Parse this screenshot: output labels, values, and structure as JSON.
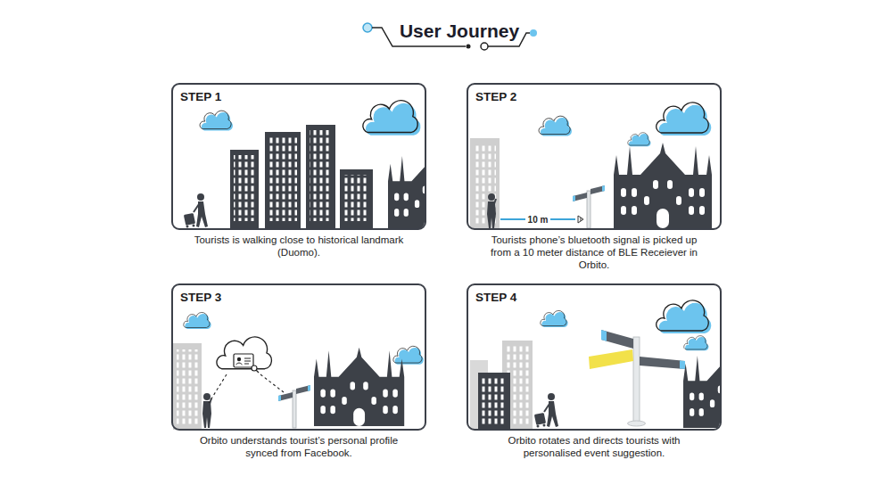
{
  "diagram": {
    "title": "User Journey",
    "nodes": [
      {
        "text": [
          "STEP 1",
          "Tourists is walking close to historical landmark (Duomo)."
        ]
      },
      {
        "text": [
          "STEP 2",
          "Tourists phone’s bluetooth signal is picked up from a 10 meter distance of BLE Receiever in Orbito."
        ]
      },
      {
        "text": [
          "STEP 3",
          "Orbito understands tourist’s personal profile synced from Facebook."
        ]
      },
      {
        "text": [
          "STEP 4",
          "Orbito rotates and directs tourists with personalised event suggestion."
        ]
      }
    ],
    "labels": [
      "10 m"
    ]
  }
}
